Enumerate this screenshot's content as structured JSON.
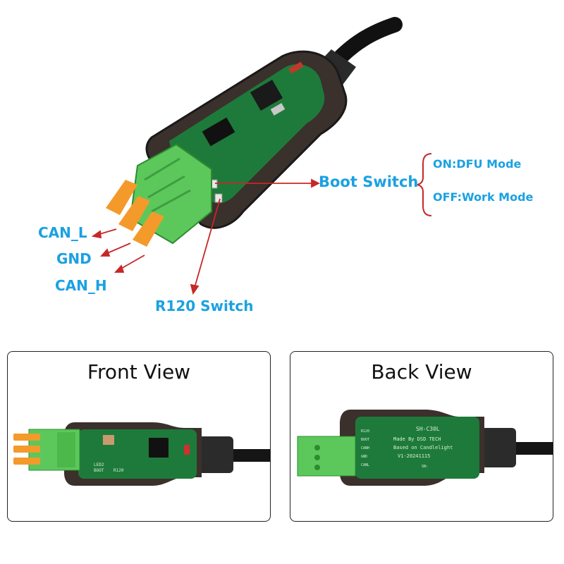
{
  "labels": {
    "can_l": "CAN_L",
    "gnd": "GND",
    "can_h": "CAN_H",
    "r120_switch": "R120 Switch",
    "boot_switch": "Boot Switch",
    "on_mode": "ON:DFU Mode",
    "off_mode": "OFF:Work Mode"
  },
  "front_panel": {
    "title": "Front View",
    "silkscreen": [
      "LED2",
      "BOOT",
      "R120"
    ]
  },
  "back_panel": {
    "title": "Back View",
    "silkscreen": [
      "SH-C30L",
      "Made By DSD TECH",
      "Based on Candlelight",
      "V1-20241115",
      "R120",
      "BOOT",
      "CANH",
      "GND",
      "CANL",
      "SN:"
    ]
  },
  "colors": {
    "label_blue": "#1ba1e2",
    "arrow_red": "#c62828",
    "pcb_green": "#1e7a3a",
    "connector_green": "#5cc85c",
    "lever_orange": "#f39a2b"
  }
}
